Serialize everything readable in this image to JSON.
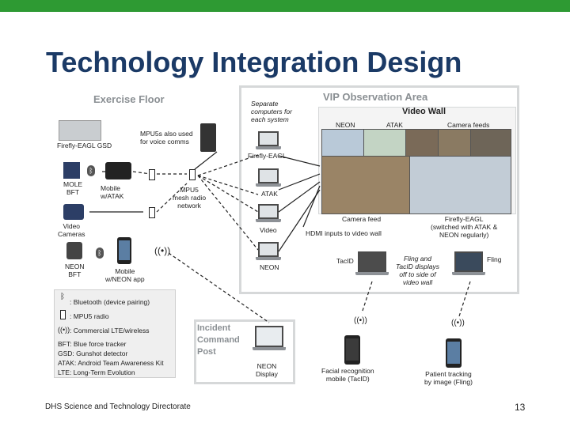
{
  "slide": {
    "title": "Technology Integration Design",
    "footer": "DHS Science and Technology Directorate",
    "page_number": "13",
    "accent_color": "#2e9a33",
    "title_color": "#1b3a66"
  },
  "exercise_floor": {
    "heading": "Exercise Floor",
    "firefly_gsd": "Firefly-EAGL GSD",
    "mpu5_note": "MPU5s also used\nfor voice comms",
    "mole_bft": "MOLE\nBFT",
    "mobile_atak": "Mobile\nw/ATAK",
    "mpu5_mesh": "MPU5\nmesh radio\nnetwork",
    "video_cameras": "Video\nCameras",
    "neon_bft": "NEON\nBFT",
    "mobile_neon": "Mobile\nw/NEON app"
  },
  "vip_area": {
    "heading": "VIP Observation Area",
    "separate_computers": "Separate\ncomputers for\neach system",
    "firefly_eagl": "Firefly-EAGL",
    "atak": "ATAK",
    "video": "Video",
    "neon": "NEON",
    "hdmi": "HDMI inputs to video wall",
    "tacid": "TacID",
    "fling_note": "Fling and\nTacID displays\noff to side of\nvideo wall",
    "fling": "Fling"
  },
  "video_wall": {
    "heading": "Video Wall",
    "neon": "NEON",
    "atak": "ATAK",
    "camera_feeds": "Camera feeds",
    "camera_feed": "Camera feed",
    "firefly_switched": "Firefly-EAGL\n(switched with ATAK &\nNEON regularly)"
  },
  "legend": {
    "bluetooth": ": Bluetooth (device pairing)",
    "mpu5_radio": ": MPU5 radio",
    "lte": ": Commercial LTE/wireless",
    "abbr_bft": "BFT: Blue force tracker",
    "abbr_gsd": "GSD: Gunshot detector",
    "abbr_atak": "ATAK: Android Team Awareness Kit",
    "abbr_lte": "LTE: Long-Term Evolution"
  },
  "command_post": {
    "heading": "Incident\nCommand\nPost",
    "neon_display": "NEON\nDisplay"
  },
  "mobiles": {
    "facial": "Facial recognition\nmobile (TacID)",
    "patient": "Patient tracking\nby image (Fling)"
  }
}
